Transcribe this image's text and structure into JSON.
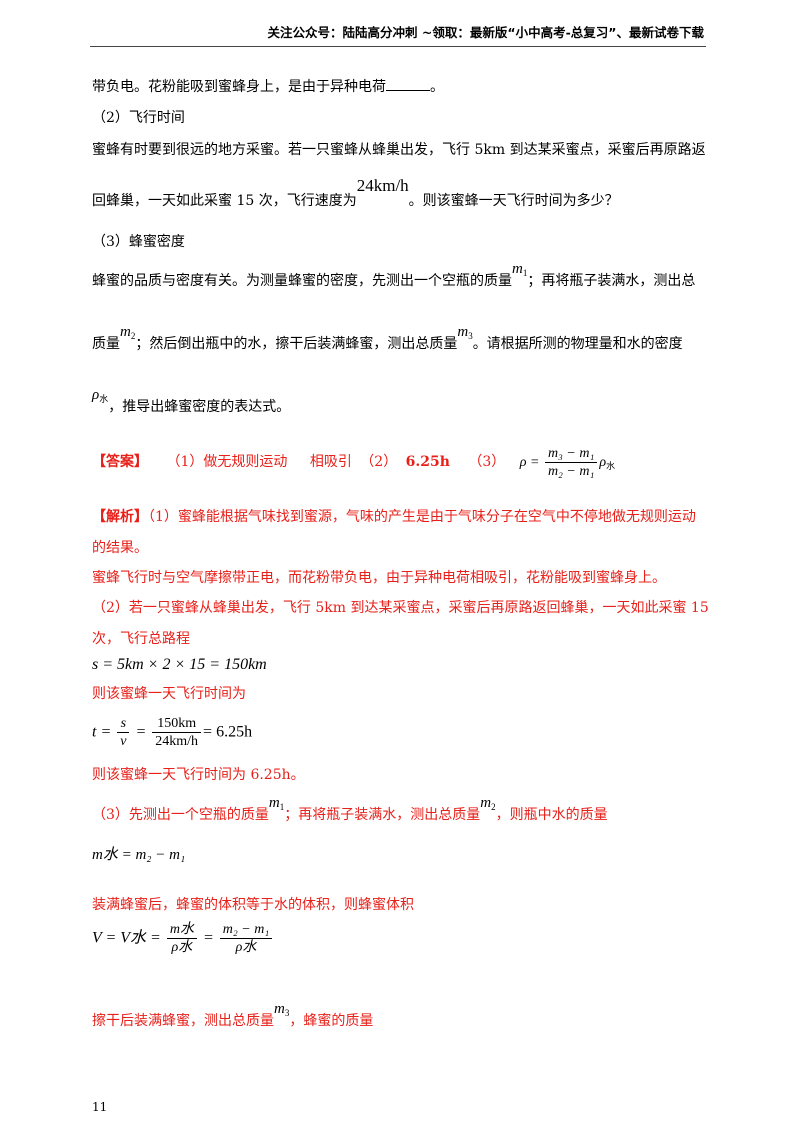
{
  "header": {
    "text": "关注公众号：陆陆高分冲刺 ~领取：最新版“小中高考-总复习”、最新试卷下载"
  },
  "question": {
    "line1_prefix": "带负电。花粉能吸到蜜蜂身上，是由于异种电荷",
    "line1_suffix": "。",
    "part2_title": "（2）飞行时间",
    "part2_line1": "蜜蜂有时要到很远的地方采蜜。若一只蜜蜂从蜂巢出发，飞行 5km 到达某采蜜点，采蜜后再原路返",
    "part2_line2_a": "回蜂巢，一天如此采蜜 15 次，飞行速度为",
    "speed": "24km/h",
    "part2_line2_b": "。则该蜜蜂一天飞行时间为多少？",
    "part3_title": "（3）蜂蜜密度",
    "part3_line1_a": "蜂蜜的品质与密度有关。为测量蜂蜜的密度，先测出一个空瓶的质量",
    "part3_line1_b": "；再将瓶子装满水，测出总",
    "part3_line2_a": "质量",
    "part3_line2_b": "；然后倒出瓶中的水，擦干后装满蜂蜜，测出总质量",
    "part3_line2_c": "。请根据所测的物理量和水的密度",
    "part3_line3": "，推导出蜂蜜密度的表达式。",
    "sym_m": "m",
    "sym_rho": "ρ",
    "sub1": "1",
    "sub2": "2",
    "sub3": "3",
    "sub_water": "水"
  },
  "answer": {
    "label": "【答案】",
    "a1": "（1）做无规则运动",
    "a2": "相吸引",
    "a3": "（2）",
    "a4": "6.25h",
    "a5": "（3）",
    "formula_lhs": "ρ =",
    "formula_num": "m₃ − m₁",
    "formula_den": "m₂ − m₁",
    "formula_tail": "ρ",
    "formula_tail_sub": "水"
  },
  "analysis": {
    "label": "【解析】",
    "p1": "（1）蜜蜂能根据气味找到蜜源，气味的产生是由于气味分子在空气中不停地做无规则运动",
    "p1b": "的结果。",
    "p2": "蜜蜂飞行时与空气摩擦带正电，而花粉带负电，由于异种电荷相吸引，花粉能吸到蜜蜂身上。",
    "p3": "（2）若一只蜜蜂从蜂巢出发，飞行 5km 到达某采蜜点，采蜜后再原路返回蜂巢，一天如此采蜜 15",
    "p3b": "次，飞行总路程",
    "eq_s": "s = 5km × 2 × 15 = 150km",
    "p4": "则该蜜蜂一天飞行时间为",
    "eq_t_lhs": "t =",
    "eq_t_f1_num": "s",
    "eq_t_f1_den": "v",
    "eq_t_eq": "=",
    "eq_t_f2_num": "150km",
    "eq_t_f2_den": "24km/h",
    "eq_t_rhs": "= 6.25h",
    "p5": "则该蜜蜂一天飞行时间为 6.25h。",
    "p6_a": "（3）先测出一个空瓶的质量",
    "p6_b": "；再将瓶子装满水，测出总质量",
    "p6_c": "，则瓶中水的质量",
    "eq_mw": "m水 = m₂ − m₁",
    "p7": "装满蜂蜜后，蜂蜜的体积等于水的体积，则蜂蜜体积",
    "eq_v_lhs": "V = V水 =",
    "eq_v_f1_num": "m水",
    "eq_v_f1_den": "ρ水",
    "eq_v_eq": "=",
    "eq_v_f2_num": "m₂ − m₁",
    "eq_v_f2_den": "ρ水",
    "p8_a": "擦干后装满蜂蜜，测出总质量",
    "p8_b": "，蜂蜜的质量"
  },
  "page_number": "11"
}
